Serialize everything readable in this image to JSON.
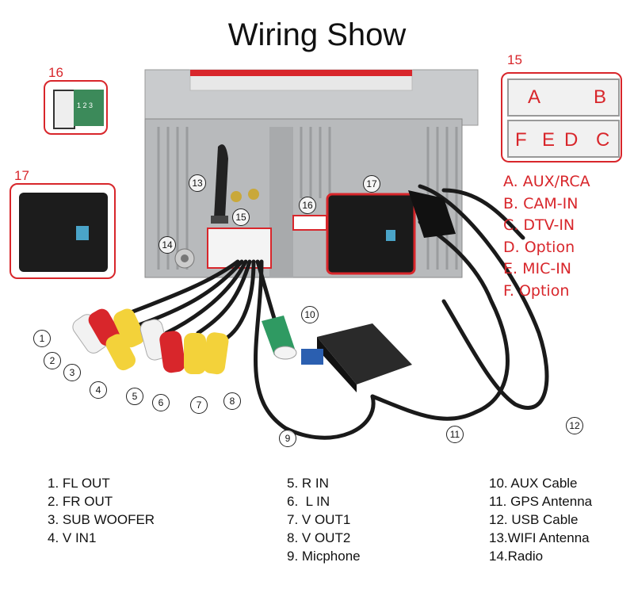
{
  "title": "Wiring Show",
  "insets": {
    "i16": {
      "label": "16",
      "pins": "1 2 3"
    },
    "i17": {
      "label": "17"
    },
    "i15": {
      "label": "15",
      "connectors": [
        "A",
        "B",
        "F",
        "E",
        "D",
        "C"
      ]
    }
  },
  "port_legend": [
    "A. AUX/RCA",
    "B. CAM-IN",
    "C. DTV-IN",
    "D. Option",
    "E. MIC-IN",
    "F. Option"
  ],
  "callouts": [
    "1",
    "2",
    "3",
    "4",
    "5",
    "6",
    "7",
    "8",
    "9",
    "10",
    "11",
    "12",
    "13",
    "14",
    "15",
    "16",
    "17"
  ],
  "legend": {
    "col1": [
      "1. FL OUT",
      "2. FR OUT",
      "3. SUB WOOFER",
      "4. V IN1"
    ],
    "col2": [
      "5. R IN",
      "6.  L IN",
      "7. V OUT1",
      "8. V OUT2",
      "9. Micphone"
    ],
    "col3": [
      "10. AUX Cable",
      "11. GPS Antenna",
      "12. USB Cable",
      "13.WIFI Antenna",
      "14.Radio"
    ]
  },
  "colors": {
    "accent": "#d8262b",
    "rca_white": "#f2f2f2",
    "rca_red": "#d8262b",
    "rca_yellow": "#f3d23a",
    "cable": "#1a1a1a"
  }
}
